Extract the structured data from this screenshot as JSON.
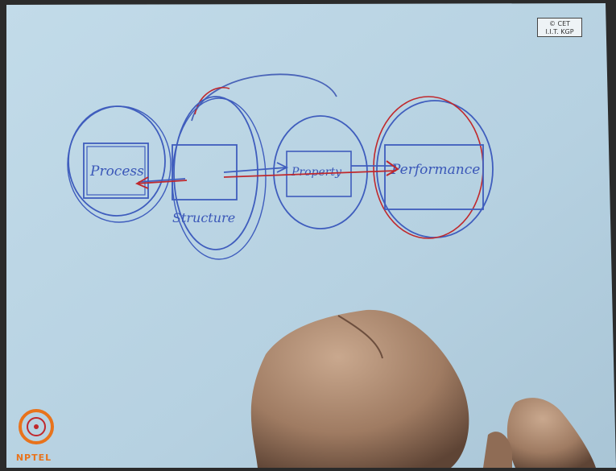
{
  "watermark": {
    "line1": "© CET",
    "line2": "I.I.T. KGP"
  },
  "diagram": {
    "nodes": [
      {
        "id": "process",
        "label": "Process"
      },
      {
        "id": "structure",
        "label": "Structure"
      },
      {
        "id": "property",
        "label": "Property"
      },
      {
        "id": "performance",
        "label": "Performance"
      }
    ]
  },
  "logo": {
    "text": "NPTEL"
  },
  "colors": {
    "paper": "#b9d3e2",
    "blue_ink": "#3a57b8",
    "red_ink": "#c0282c",
    "logo_orange": "#e8731c"
  }
}
